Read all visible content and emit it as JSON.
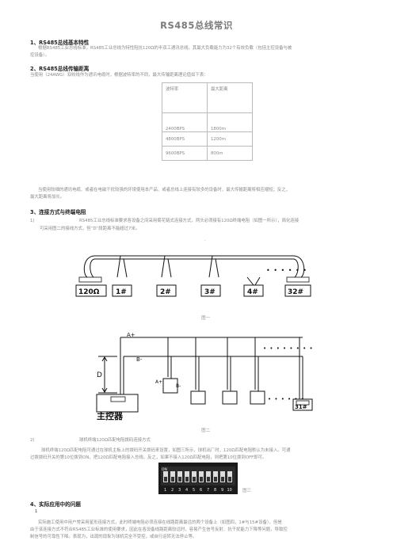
{
  "doc_title": "RS485总线常识",
  "s1": {
    "heading": "1、RS485总线基本特性",
    "p1": "根据RS485工业总线标准，RS485工业总线为特性阻抗120Ω的半双工通讯总线，其最大负载能力为32个有效负载（包括主控设备与被",
    "p2": "控设备）。"
  },
  "s2": {
    "heading": "2、RS485总线传输距离",
    "intro": "当使用（24AWG）双绞线作为通讯电缆时，根据波特率的不同，最大传输距离理论值如下表：",
    "table_header": [
      "波特率",
      "最大距离"
    ],
    "rows": [
      [
        "2400BPS",
        "1800m"
      ],
      [
        "4800BPS",
        "1200m"
      ],
      [
        "9600BPS",
        "800m"
      ]
    ],
    "note1": "当使用较细的通讯电缆、或者在电磁干扰较强的环境使用本产品、或者总线上连接有较多的设备时，最大传输距离将相应缩短；反之，",
    "note2": "最大距离将加长。"
  },
  "s3": {
    "heading": "3、连接方式与终端电阻",
    "p1_num": "1)",
    "p1a": "RS485工业总线标准要求各设备之间采用菊花链式连接方式，两头必须接有120Ω终端电阻（如图一所示），简化连接",
    "p1b": "可采用图二的接线方式，但“D”段距离不能超过7米。",
    "dot": "·",
    "fig1": {
      "resistor": "120Ω",
      "nodes": [
        "1#",
        "2#",
        "3#",
        "4#",
        "32#"
      ],
      "caption": "图一"
    },
    "fig2": {
      "a_plus": "A+",
      "b_minus": "B-",
      "a_plus_2": "A+",
      "b_minus_2": "B-",
      "d": "D",
      "controller": "主控器",
      "node": "31#",
      "caption": "图二"
    },
    "p2_num": "2)",
    "p2_title": "球机终端120Ω匹配电阻拨码连接方式",
    "p2a": "球机终端120Ω匹配电阻可通过在球机主板上的拨码开关拨码来设置，如图三所示，球机出厂时，120Ω匹配电阻默认为未接入。可通",
    "p2b": "过拨拨码开关的第10位拨到ON，把120Ω匹配电阻接入总线。反之，如果不接入120Ω匹配电阻，则把第10位拨到OFF即可。",
    "fig3": {
      "on_label": "ON",
      "digits": [
        "1",
        "2",
        "3",
        "4",
        "5",
        "6",
        "7",
        "8",
        "9",
        "10"
      ],
      "caption": "图三"
    }
  },
  "s4": {
    "heading": "4、实际应用中的问题",
    "num": "1",
    "p1": "实际施工使用中用户常采用星形连接方式，此时终端电阻必须连接在线路距离最远的两个设备上（如图四，1#与15#设备），但是",
    "p2": "由于该连接方式不符合RS485工业标准的使用要求，因此在各设备线路距离较远时，容易产生信号反射、抗干扰能力下降等问题，导致控",
    "p3": "制信号的可靠性下降。表现为，出现的现象为球机完全不受控，或自行运转无法停止等。"
  }
}
